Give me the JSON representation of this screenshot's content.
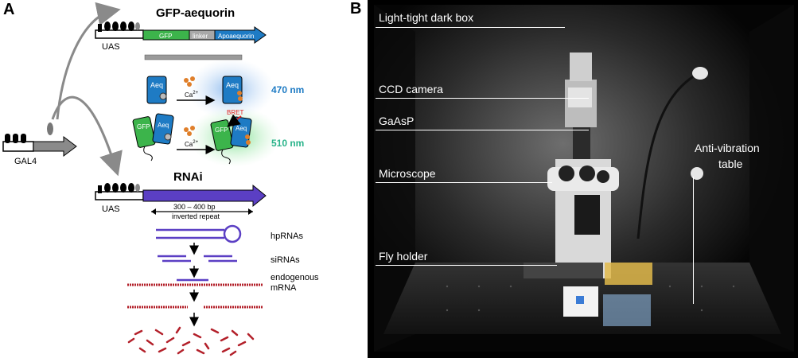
{
  "panel_a": {
    "label": "A",
    "gfp_aequorin_title": "GFP-aequorin",
    "uas_label": "UAS",
    "uas_label_rnai": "UAS",
    "gal4_label": "GAL4",
    "construct": {
      "gfp": "GFP",
      "linker": "linker",
      "apoaequorin": "Apoaequorin"
    },
    "aeq_label": "Aeq",
    "gfp_label": "GFP",
    "calcium": "Ca",
    "calcium_sup": "2+",
    "bret_label": "BRET",
    "wavelength_470": "470 nm",
    "wavelength_510": "510 nm",
    "rnai_title": "RNAi",
    "repeat_line1": "300 – 400 bp",
    "repeat_line2": "inverted repeat",
    "hprnas": "hpRNAs",
    "sirnas": "siRNAs",
    "endogenous": "endogenous",
    "mrna": "mRNA",
    "colors": {
      "gfp_green": "#3cb44b",
      "aeq_blue": "#1e7bc4",
      "rnai_purple": "#5b3fc4",
      "mrna_red": "#b3202a",
      "glow_blue": "#9cc3ee",
      "glow_green": "#9fe3a8"
    }
  },
  "panel_b": {
    "label": "B",
    "labels": {
      "dark_box": "Light-tight dark box",
      "ccd": "CCD camera",
      "gaasp": "GaAsP",
      "microscope": "Microscope",
      "anti_vib_1": "Anti-vibration",
      "anti_vib_2": "table",
      "fly_holder": "Fly holder"
    }
  }
}
